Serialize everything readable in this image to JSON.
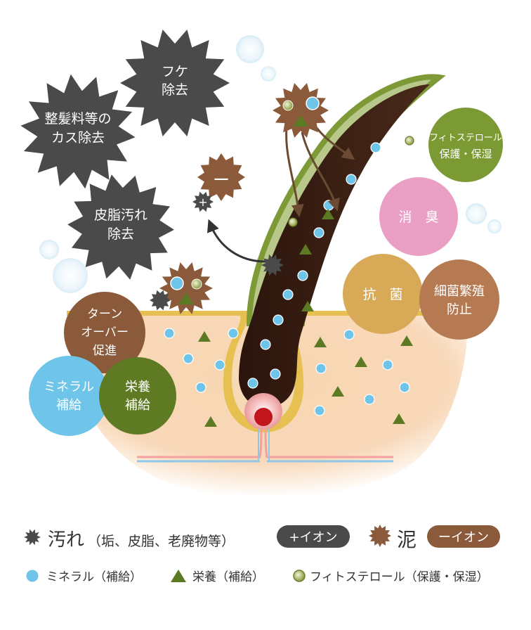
{
  "colors": {
    "dirt": "#555555",
    "mud": "#8a5a3a",
    "mineral": "#6fc4e9",
    "nutrient": "#5b7a23",
    "phytosterol": "#8a9a3c",
    "hair": "#3e2418",
    "skin": "#f6d4b0",
    "skin_border": "#e6c050"
  },
  "removal_bursts": [
    {
      "lines": [
        "フケ",
        "除去"
      ]
    },
    {
      "lines": [
        "整髪料等の",
        "カス除去"
      ]
    },
    {
      "lines": [
        "皮脂汚れ",
        "除去"
      ]
    }
  ],
  "ion_signs": {
    "minus": "ー",
    "plus": "+"
  },
  "benefits": {
    "phytosterol": [
      "フィトステロール",
      "保護・保湿"
    ],
    "deodorize": "消　臭",
    "antibacterial": "抗　菌",
    "bacteria": [
      "細菌繁殖",
      "防止"
    ],
    "turnover": [
      "ターン",
      "オーバー",
      "促進"
    ],
    "mineral": [
      "ミネラル",
      "補給"
    ],
    "nutrition": [
      "栄養",
      "補給"
    ]
  },
  "legend": {
    "dirt_label": "汚れ",
    "dirt_examples": "（垢、皮脂、老廃物等）",
    "plus_ion": "+イオン",
    "mud_label": "泥",
    "minus_ion": "ーイオン",
    "mineral_label": "ミネラル（補給）",
    "nutrient_label": "栄養（補給）",
    "phytosterol_label": "フィトステロール（保護・保湿）"
  }
}
